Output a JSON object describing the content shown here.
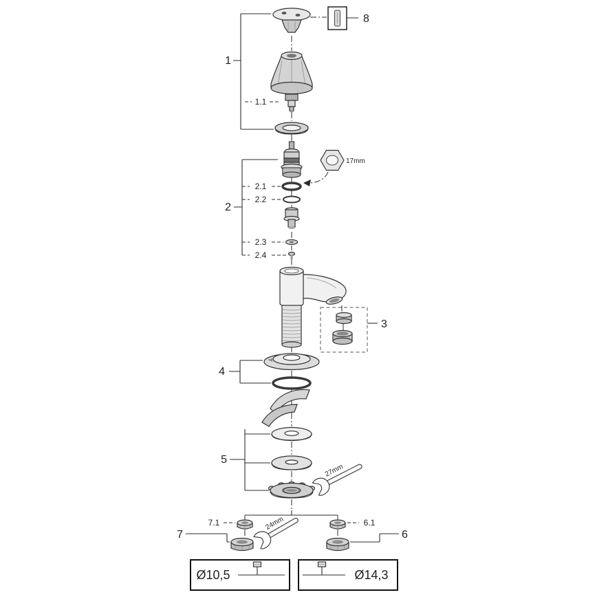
{
  "page": {
    "background": "#ffffff",
    "line_color": "#2b2b2b"
  },
  "callouts": {
    "n1": "1",
    "n1_1": "1.1",
    "n2": "2",
    "n2_1": "2.1",
    "n2_2": "2.2",
    "n2_3": "2.3",
    "n2_4": "2.4",
    "n3": "3",
    "n4": "4",
    "n5": "5",
    "n6": "6",
    "n6_1": "6.1",
    "n7": "7",
    "n7_1": "7.1",
    "n8": "8"
  },
  "measurements": {
    "cartridge_hex": "17mm",
    "mounting_nut_wrench": "27mm",
    "supply_nut_wrench": "24mm",
    "left_connection": "Ø10,5",
    "right_connection": "Ø14,3"
  }
}
